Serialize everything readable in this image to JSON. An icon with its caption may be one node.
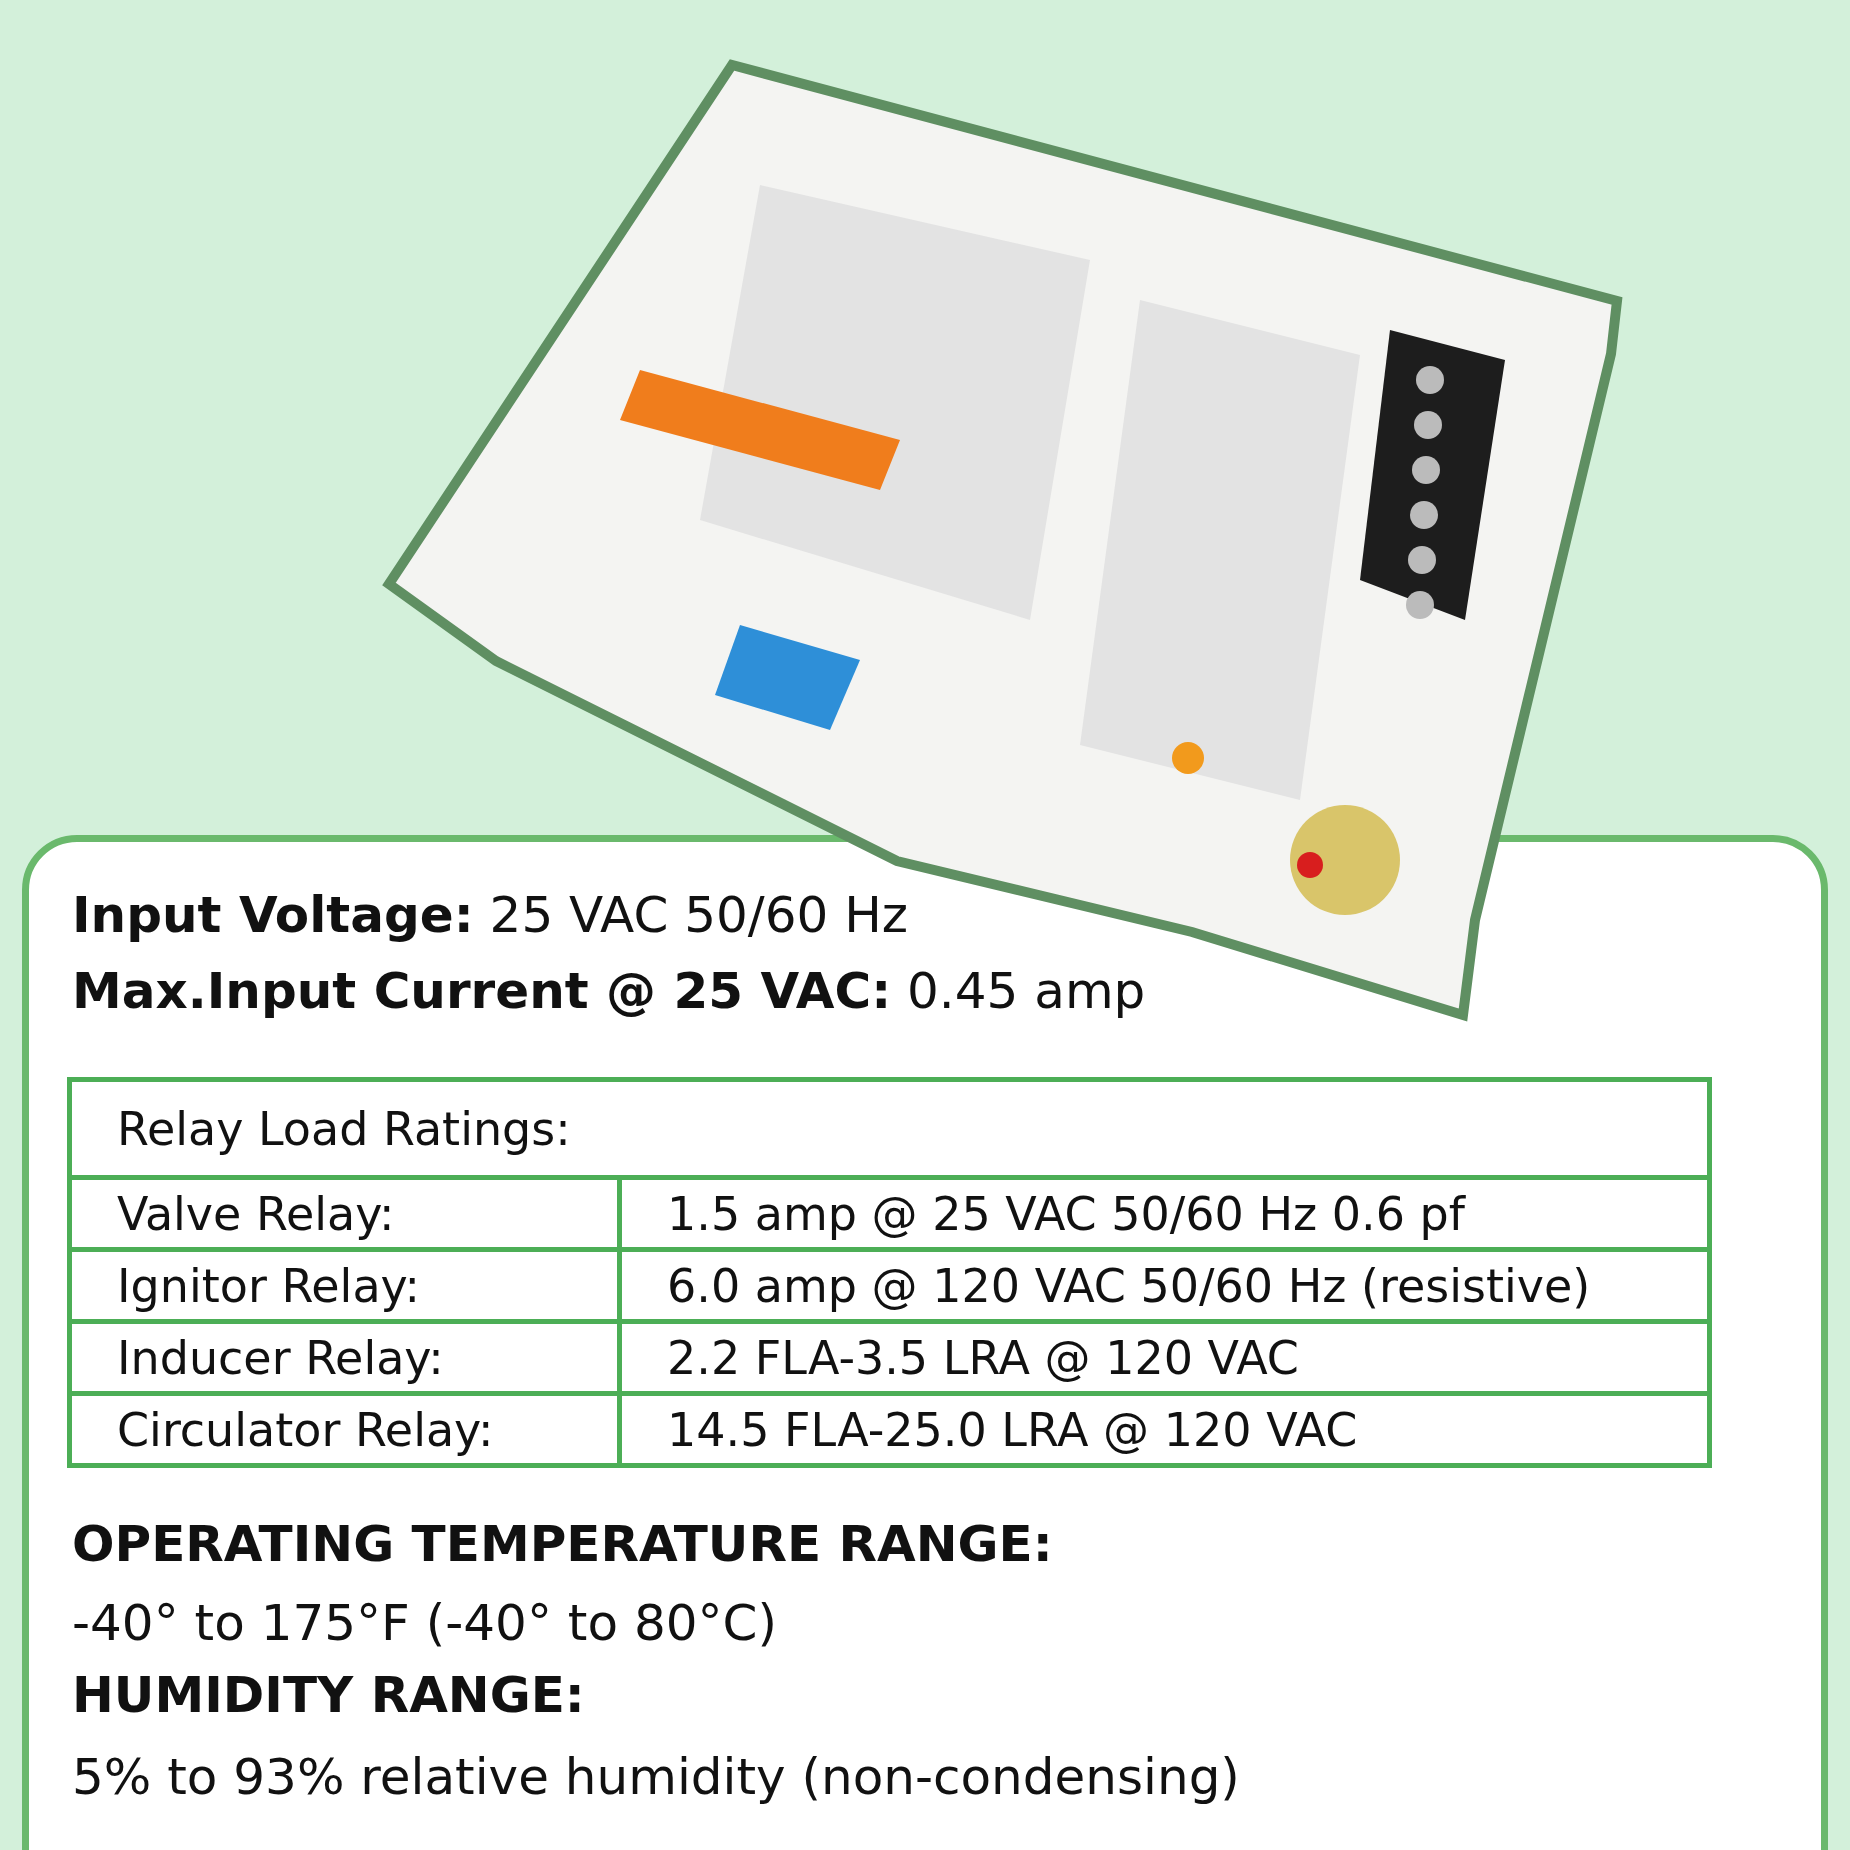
{
  "diagram": {
    "labels": [
      "**Input Voltage:** 25 VAC 50/60 Hz",
      "**Max.Input Current @ 25 VAC:** 0.45 amp",
      "Relay Load Ratings:",
      "Valve Relay:",
      "1.5 amp @ 25 VAC 50/60 Hz 0.6 pf",
      "Ignitor Relay:",
      "6.0 amp @ 120 VAC 50/60 Hz  (resistive)",
      "Inducer Relay:",
      "2.2 FLA-3.5 LRA @ 120 VAC",
      "Circulator Relay:",
      "14.5 FLA-25.0 LRA @ 120 VAC",
      "OPERATING TEMPERATURE RANGE:",
      "-40° to 175°F (-40° to 80°C)",
      "HUMIDITY RANGE:",
      "5% to 93% relative humidity (non-condensing)"
    ]
  }
}
